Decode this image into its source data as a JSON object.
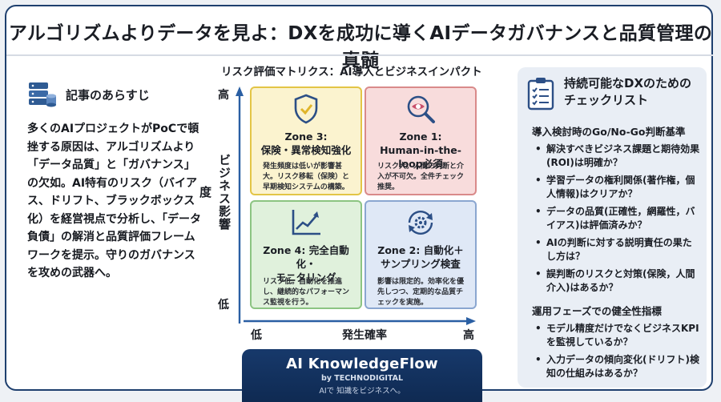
{
  "title": "アルゴリズムよりデータを見よ：DXを成功に導くAIデータガバナンスと品質管理の真髄",
  "summary": {
    "heading": "記事のあらすじ",
    "body": "多くのAIプロジェクトがPoCで頓挫する原因は、アルゴリズムより「データ品質」と「ガバナンス」の欠如。AI特有のリスク（バイアス、ドリフト、ブラックボックス化）を経営視点で分析し、「データ負債」の解消と品質評価フレームワークを提示。守りのガバナンスを攻めの武器へ。"
  },
  "matrix": {
    "title": "リスク評価マトリクス：AI導入とビジネスインパクト",
    "y_axis": {
      "label": "ビジネス影響度",
      "high": "高",
      "low": "低"
    },
    "x_axis": {
      "label": "発生確率",
      "low": "低",
      "high": "高"
    },
    "zones": {
      "zone3": {
        "name": "Zone 3:\n保険・異常検知強化",
        "desc": "発生頻度は低いが影響甚大。リスク移転（保険）と早期検知システムの構築。",
        "icon": "shield-check-icon",
        "color": "#fbf3cf"
      },
      "zone1": {
        "name": "Zone 1:\nHuman-in-the-loop必須",
        "desc": "リスク大。人間の判断と介入が不可欠。全件チェック推奨。",
        "icon": "magnifier-eye-icon",
        "color": "#f8dcdc"
      },
      "zone4": {
        "name": "Zone 4: 完全自動化・\nモニタリング",
        "desc": "リスク低。自動化を推進し、継続的なパフォーマンス監視を行う。",
        "icon": "trend-chart-icon",
        "color": "#e0f1dc"
      },
      "zone2": {
        "name": "Zone 2: 自動化＋\nサンプリング検査",
        "desc": "影響は限定的。効率化を優先しつつ、定期的な品質チェックを実施。",
        "icon": "gear-cycle-icon",
        "color": "#dfe8f6"
      }
    }
  },
  "banner": {
    "name": "AI KnowledgeFlow",
    "by": "by TECHNODIGITAL",
    "tagline": "AIで 知識をビジネスへ。"
  },
  "checklist": {
    "heading": "持続可能なDXのためのチェックリスト",
    "sections": [
      {
        "title": "導入検討時のGo/No-Go判断基準",
        "items": [
          "解決すべきビジネス課題と期待効果(ROI)は明確か？",
          "学習データの権利関係(著作権，個人情報)はクリアか？",
          "データの品質(正確性，網羅性，バイアス)は評価済みか？",
          "AIの判断に対する説明責任の果たし方は？",
          "誤判断のリスクと対策(保険，人間介入)はあるか？"
        ]
      },
      {
        "title": "運用フェーズでの健全性指標",
        "items": [
          "モデル精度だけでなくビジネスKPIを監視しているか？",
          "入力データの傾向変化(ドリフト)検知の仕組みはあるか？"
        ]
      }
    ]
  },
  "colors": {
    "navy": "#1e3f6e",
    "banner": "#17396b",
    "panel": "#e9eef5"
  }
}
